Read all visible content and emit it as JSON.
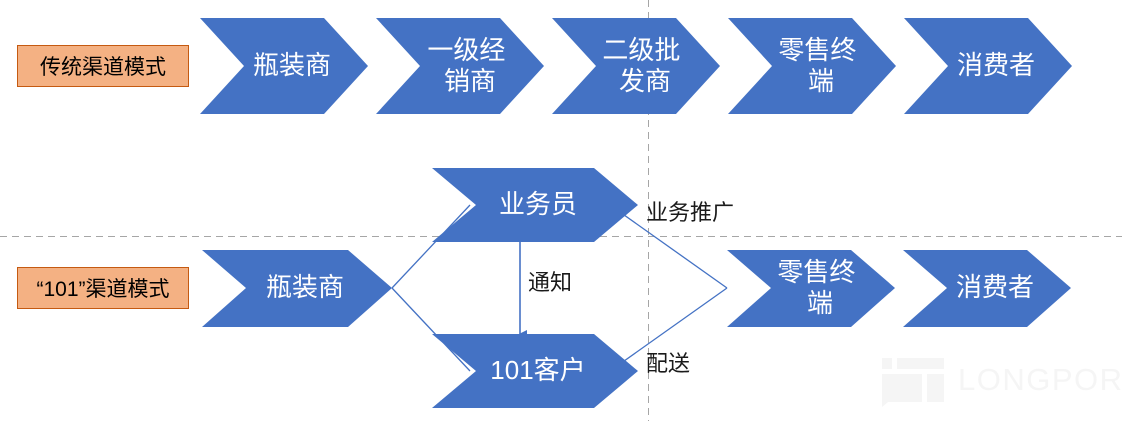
{
  "colors": {
    "chevron_fill": "#4472C4",
    "label_box_fill": "#F4B183",
    "label_box_border": "#C55A11",
    "chevron_text": "#FFFFFF",
    "edge_text": "#1A1A1A",
    "connector_line": "#4472C4",
    "guide_line": "#A6A6A6",
    "watermark": "#F5F5F5",
    "background": "#FFFFFF"
  },
  "rows": {
    "traditional": {
      "mode_label": "传统渠道模式",
      "stages": [
        {
          "lines": [
            "瓶装商"
          ]
        },
        {
          "lines": [
            "一级经",
            "销商"
          ]
        },
        {
          "lines": [
            "二级批",
            "发商"
          ]
        },
        {
          "lines": [
            "零售终",
            "端"
          ]
        },
        {
          "lines": [
            "消费者"
          ]
        }
      ]
    },
    "mode101": {
      "mode_label": "“101”渠道模式",
      "source": {
        "lines": [
          "瓶装商"
        ]
      },
      "branches": [
        {
          "lines": [
            "业务员"
          ]
        },
        {
          "lines": [
            "101客户"
          ]
        }
      ],
      "downstream": [
        {
          "lines": [
            "零售终",
            "端"
          ]
        },
        {
          "lines": [
            "消费者"
          ]
        }
      ],
      "edge_labels": [
        {
          "text": "业务推广"
        },
        {
          "text": "配送"
        },
        {
          "text": "通知"
        }
      ]
    }
  },
  "watermark": {
    "text": "LONGPORT"
  }
}
